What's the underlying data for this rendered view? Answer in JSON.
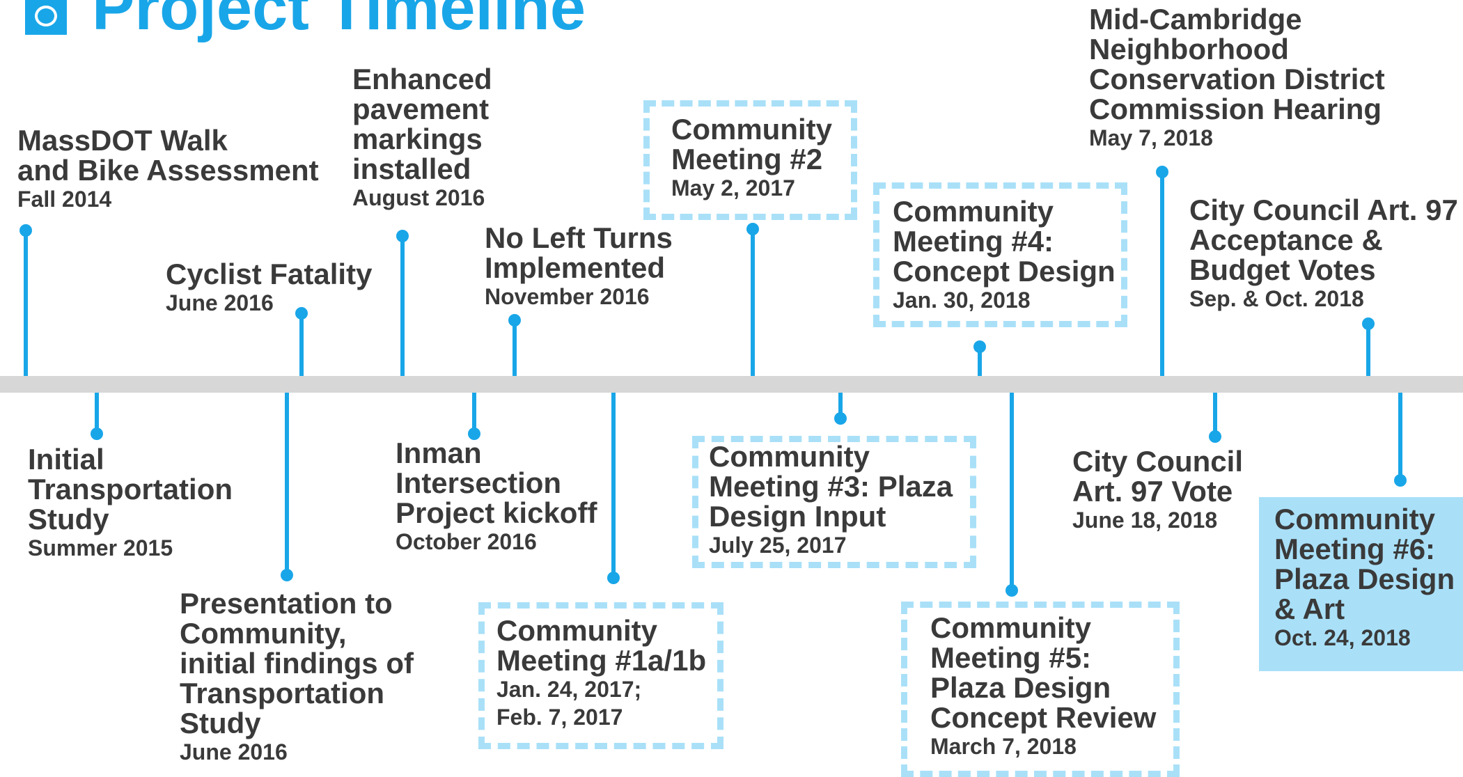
{
  "title": "Project Timeline",
  "colors": {
    "accent": "#19a6e8",
    "box_dashed": "#a9e0f8",
    "axis": "#d7d7d7",
    "text": "#3a3a3a"
  },
  "events_above": [
    {
      "title": "MassDOT Walk\nand Bike Assessment",
      "date": "Fall 2014"
    },
    {
      "title": "Cyclist Fatality",
      "date": "June 2016"
    },
    {
      "title": "Enhanced\npavement\nmarkings\ninstalled",
      "date": "August 2016"
    },
    {
      "title": "No Left Turns\nImplemented",
      "date": "November 2016"
    },
    {
      "title": "Community\nMeeting #2",
      "date": "May 2, 2017"
    },
    {
      "title": "Community\nMeeting #4:\nConcept Design",
      "date": "Jan. 30, 2018"
    },
    {
      "title": "Mid-Cambridge\nNeighborhood\nConservation District\nCommission Hearing",
      "date": "May 7, 2018"
    },
    {
      "title": "City Council Art. 97\nAcceptance &\nBudget Votes",
      "date": "Sep. & Oct. 2018"
    }
  ],
  "events_below": [
    {
      "title": "Initial\nTransportation\nStudy",
      "date": "Summer 2015"
    },
    {
      "title": "Presentation to\nCommunity,\ninitial findings of\nTransportation\nStudy",
      "date": "June 2016"
    },
    {
      "title": "Inman\nIntersection\nProject kickoff",
      "date": "October 2016"
    },
    {
      "title": "Community\nMeeting #1a/1b",
      "date": "Jan.  24, 2017;\nFeb. 7, 2017"
    },
    {
      "title": "Community\nMeeting #3: Plaza\nDesign Input",
      "date": "July 25, 2017"
    },
    {
      "title": "Community\nMeeting #5:\nPlaza Design\nConcept Review",
      "date": "March 7, 2018"
    },
    {
      "title": "City Council\nArt. 97 Vote",
      "date": "June 18, 2018"
    },
    {
      "title": "Community\nMeeting #6:\nPlaza Design\n& Art",
      "date": "Oct. 24, 2018"
    }
  ]
}
